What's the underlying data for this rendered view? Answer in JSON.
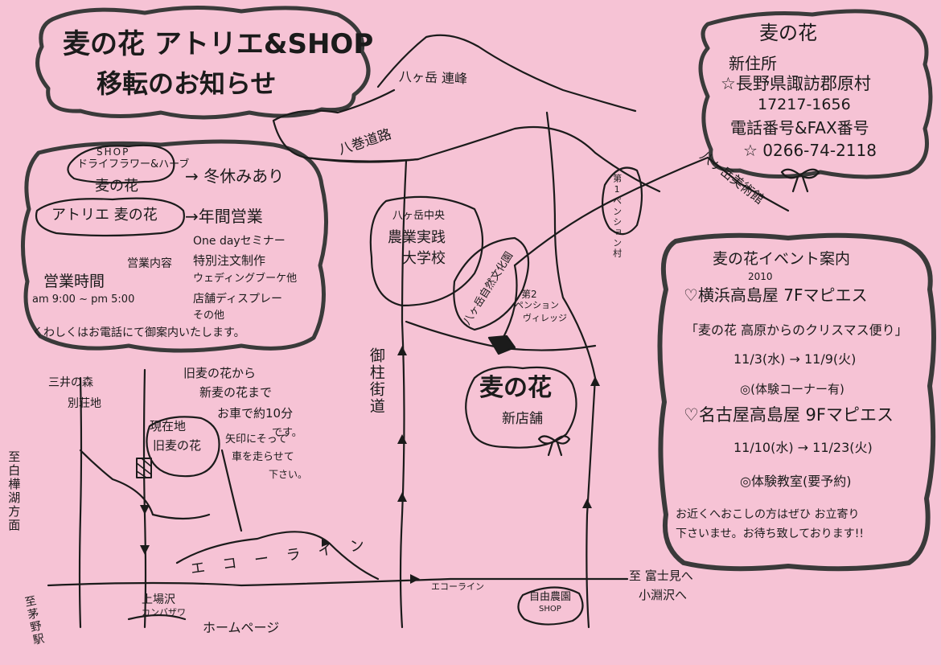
{
  "colors": {
    "paper": "#f6c3d5",
    "ink": "#1b1b1b",
    "marker": "#3a3a3a"
  },
  "title": {
    "line1": "麦の花 アトリエ&SHOP",
    "line2": "移転のお知らせ"
  },
  "address_box": {
    "heading": "麦の花",
    "new_address_label": "新住所",
    "address": "☆長野県諏訪郡原村",
    "number": "17217-1656",
    "phone_label": "電話番号&FAX番号",
    "phone": "☆ 0266-74-2118"
  },
  "shop_info": {
    "shop_label": "SHOP",
    "dried_flower": "ドライフラワー&ハーブ",
    "shop_name": "麦の花",
    "winter": "→ 冬休みあり",
    "atelier": "アトリエ 麦の花",
    "year_round": "→年間営業",
    "atelier_label": "営業内容",
    "services": [
      "One dayセミナー",
      "特別注文制作",
      "ウェディングブーケ他",
      "店舗ディスプレー",
      "その他"
    ],
    "hours_label": "営業時間",
    "hours": "am 9:00 ~ pm 5:00",
    "contact_note": "くわしくはお電話にて御案内いたします。"
  },
  "event": {
    "heading": "麦の花イベント案内",
    "year": "2010",
    "yokohama": "♡横浜高島屋 7Fマピエス",
    "yokohama_title": "「麦の花 高原からのクリスマス便り」",
    "yokohama_dates": "11/3(水) → 11/9(火)",
    "yokohama_note": "◎(体験コーナー有)",
    "nagoya": "♡名古屋高島屋 9Fマピエス",
    "nagoya_dates": "11/10(水) → 11/23(火)",
    "nagoya_note": "◎体験教室(要予約)",
    "closing1": "お近くへおこしの方はぜひ お立寄り",
    "closing2": "下さいませ。お待ち致しております!!"
  },
  "map": {
    "mountains": "八ヶ岳 連峰",
    "makimichi": "八巻道路",
    "museum": "八ヶ岳美術館",
    "pension1": "第1ペンション村",
    "college": [
      "八ヶ岳中央",
      "農業実践",
      "大学校"
    ],
    "nature": "八ヶ岳自然文化園",
    "pension2": [
      "第2",
      "ペンション",
      "ヴィレッジ"
    ],
    "new_store": [
      "麦の花",
      "新店舗"
    ],
    "onbashira": "御柱街道",
    "echo1": "エコーライン",
    "echo2": "エコーライン",
    "jiyu": [
      "自由農園",
      "SHOP"
    ],
    "to_east": [
      "至 富士見へ",
      "小淵沢へ"
    ],
    "mitsui": [
      "三井の森",
      "別荘地"
    ],
    "to_station": "至茅野駅",
    "to_lake": "至白樺湖方面",
    "kamibasawa": [
      "上場沢",
      "カンバザワ"
    ],
    "homepage": "ホームページ",
    "current": [
      "現在地",
      "旧麦の花"
    ],
    "old_note": [
      "旧麦の花から",
      "新麦の花まで",
      "お車で約10分",
      "です。",
      "矢印にそって",
      "車を走らせて",
      "下さい。"
    ]
  }
}
